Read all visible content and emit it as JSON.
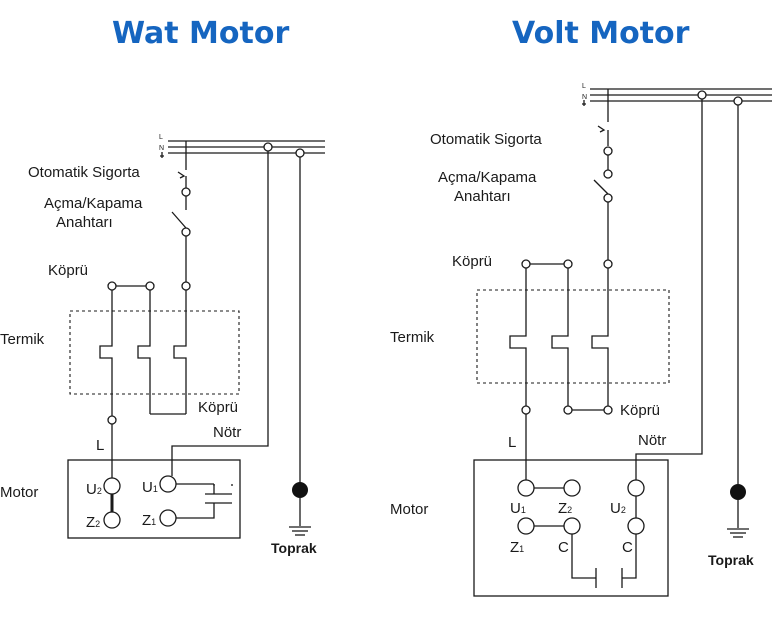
{
  "left": {
    "title": "Wat Motor",
    "lines": {
      "l": "L",
      "n": "N"
    },
    "labels": {
      "breaker": "Otomatik Sigorta",
      "switch_1": "Açma/Kapama",
      "switch_2": "Anahtarı",
      "bridge_top": "Köprü",
      "thermal": "Termik",
      "bridge_bottom": "Köprü",
      "neutral": "Nötr",
      "line": "L",
      "motor": "Motor",
      "ground": "Toprak"
    },
    "terminals": {
      "u": "U",
      "u_sub": "2",
      "z": "Z",
      "z_sub": "2",
      "u1": "U",
      "u1_sub": "1",
      "z1": "Z",
      "z1_sub": "1"
    }
  },
  "right": {
    "title": "Volt Motor",
    "lines": {
      "l": "L",
      "n": "N"
    },
    "labels": {
      "breaker": "Otomatik Sigorta",
      "switch_1": "Açma/Kapama",
      "switch_2": "Anahtarı",
      "bridge_top": "Köprü",
      "thermal": "Termik",
      "bridge_bottom": "Köprü",
      "neutral": "Nötr",
      "line": "L",
      "motor": "Motor",
      "ground": "Toprak"
    },
    "terminals": {
      "u1": "U",
      "u1_sub": "1",
      "z2": "Z",
      "z2_sub": "2",
      "u2": "U",
      "u2_sub": "2",
      "z1": "Z",
      "z1_sub": "1",
      "c1": "C",
      "c2": "C"
    }
  },
  "colors": {
    "title": "#1565c0",
    "line": "#1a1a1a",
    "ground_dot": "#111111"
  }
}
